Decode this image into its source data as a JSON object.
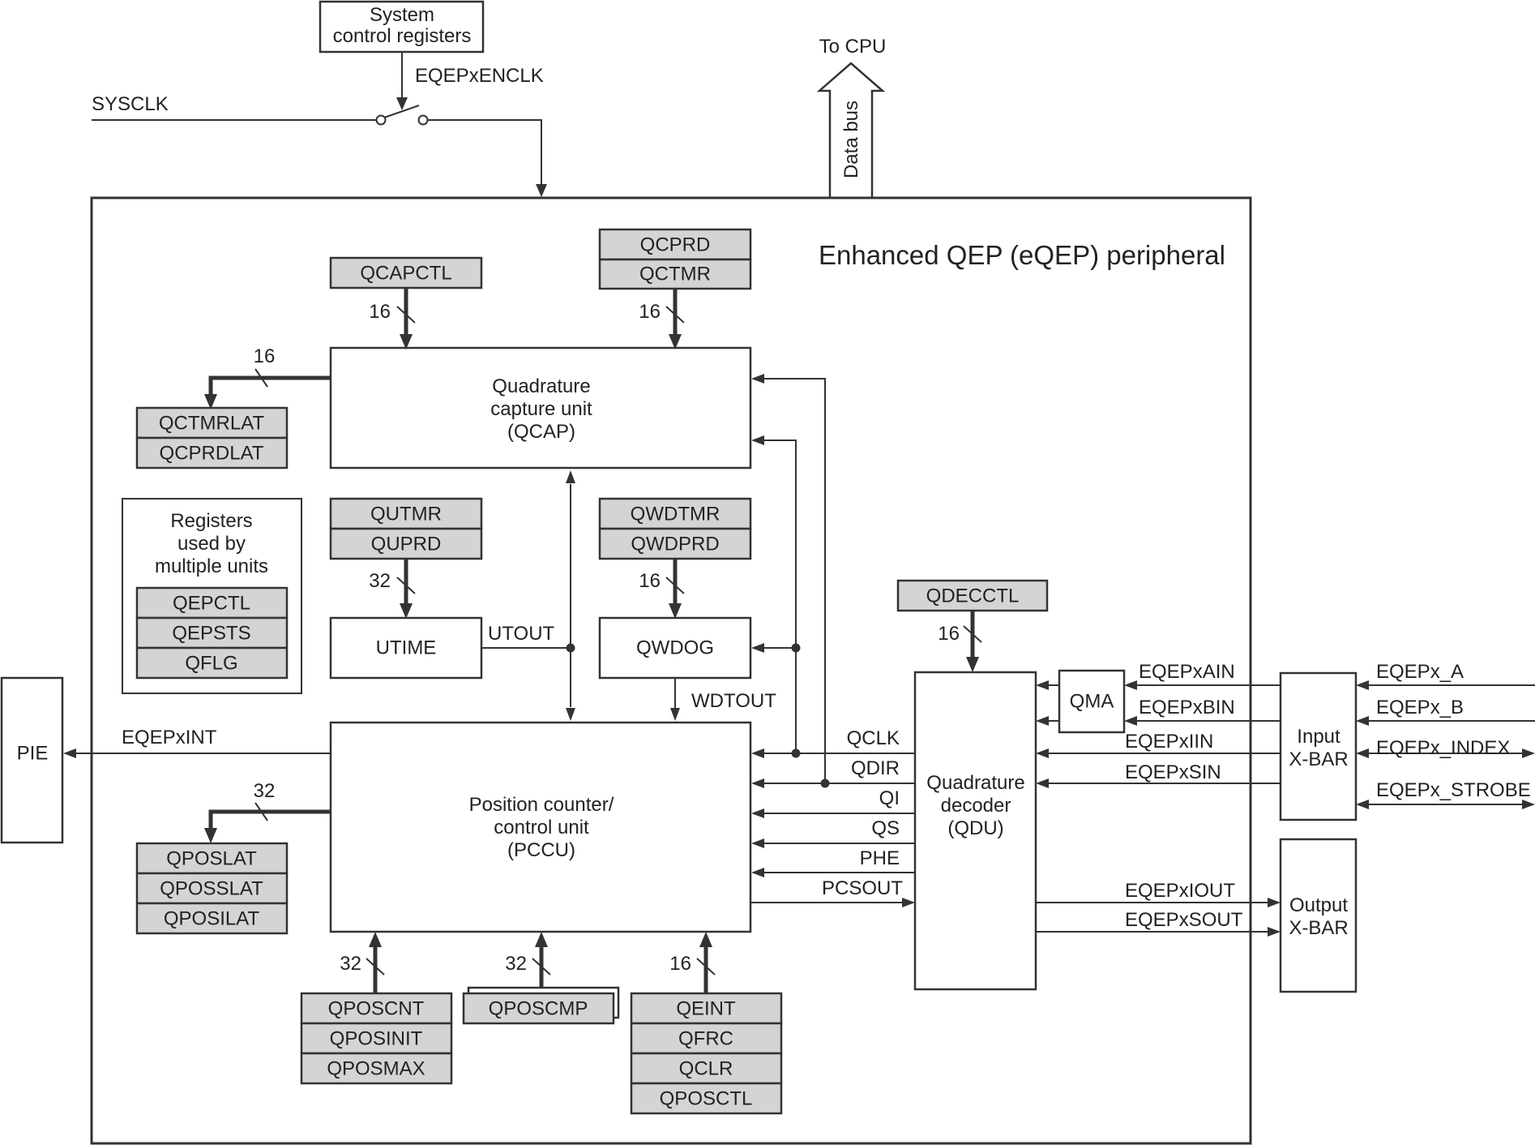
{
  "title": "Enhanced QEP (eQEP) peripheral",
  "system_control": {
    "line1": "System",
    "line2": "control registers"
  },
  "clock": {
    "sysclk": "SYSCLK",
    "enclk": "EQEPxENCLK"
  },
  "cpu": {
    "to_cpu": "To CPU",
    "data_bus": "Data bus"
  },
  "qcap": {
    "line1": "Quadrature",
    "line2": "capture unit",
    "line3": "(QCAP)"
  },
  "pccu": {
    "line1": "Position counter/",
    "line2": "control unit",
    "line3": "(PCCU)"
  },
  "qdu": {
    "line1": "Quadrature",
    "line2": "decoder",
    "line3": "(QDU)"
  },
  "utime": "UTIME",
  "qwdog": "QWDOG",
  "qma": "QMA",
  "pie": "PIE",
  "input_xbar": {
    "line1": "Input",
    "line2": "X-BAR"
  },
  "output_xbar": {
    "line1": "Output",
    "line2": "X-BAR"
  },
  "shared_regs": {
    "line1": "Registers",
    "line2": "used by",
    "line3": "multiple units",
    "items": [
      "QEPCTL",
      "QEPSTS",
      "QFLG"
    ]
  },
  "registers": {
    "qcapctl": "QCAPCTL",
    "qcprd": "QCPRD",
    "qctmr": "QCTMR",
    "qctmrlat": "QCTMRLAT",
    "qcprdlat": "QCPRDLAT",
    "qutmr": "QUTMR",
    "quprd": "QUPRD",
    "qwdtmr": "QWDTMR",
    "qwdprd": "QWDPRD",
    "qdecctl": "QDECCTL",
    "qposlat": "QPOSLAT",
    "qposslat": "QPOSSLAT",
    "qposilat": "QPOSILAT",
    "qposcnt": "QPOSCNT",
    "qposinit": "QPOSINIT",
    "qposmax": "QPOSMAX",
    "qposcmp": "QPOSCMP",
    "qeint": "QEINT",
    "qfrc": "QFRC",
    "qclr": "QCLR",
    "qposctl": "QPOSCTL"
  },
  "bus_widths": {
    "w16": "16",
    "w32": "32"
  },
  "signals": {
    "utout": "UTOUT",
    "wdtout": "WDTOUT",
    "eqepxint": "EQEPxINT",
    "qclk": "QCLK",
    "qdir": "QDIR",
    "qi": "QI",
    "qs": "QS",
    "phe": "PHE",
    "pcsout": "PCSOUT",
    "eqepxain": "EQEPxAIN",
    "eqepxbin": "EQEPxBIN",
    "eqepxiin": "EQEPxIIN",
    "eqepxsin": "EQEPxSIN",
    "eqepxiout": "EQEPxIOUT",
    "eqepxsout": "EQEPxSOUT"
  },
  "pins": {
    "a": "EQEPx_A",
    "b": "EQEPx_B",
    "index": "EQEPx_INDEX",
    "strobe": "EQEPx_STROBE"
  }
}
